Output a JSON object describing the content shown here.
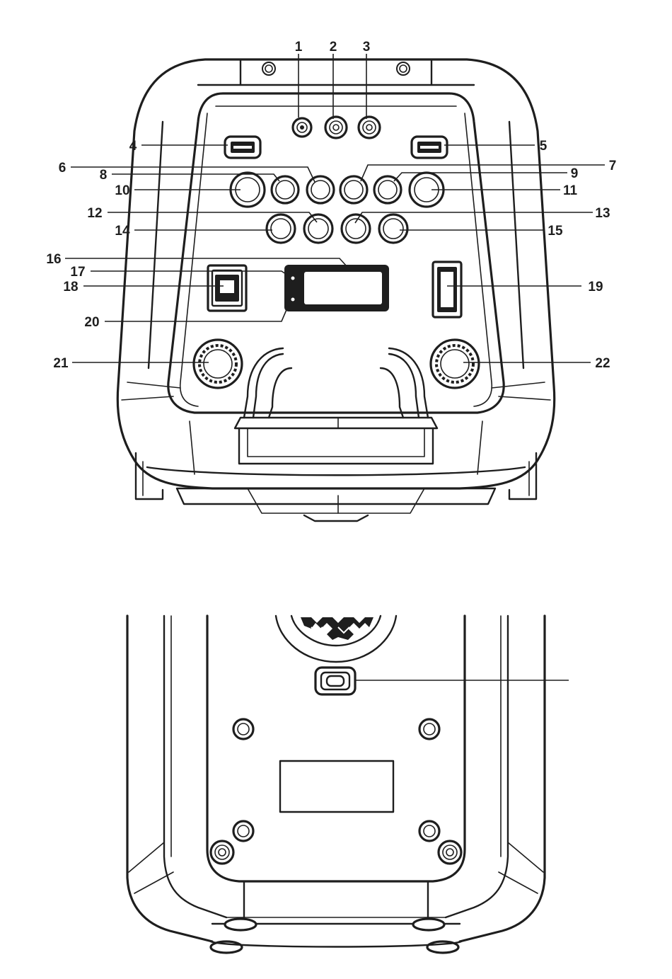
{
  "top_view": {
    "callouts": [
      "1",
      "2",
      "3",
      "4",
      "5",
      "6",
      "7",
      "8",
      "9",
      "10",
      "11",
      "12",
      "13",
      "14",
      "15",
      "16",
      "17",
      "18",
      "19",
      "20",
      "21",
      "22"
    ]
  },
  "bottom_view": {
    "callouts": []
  }
}
